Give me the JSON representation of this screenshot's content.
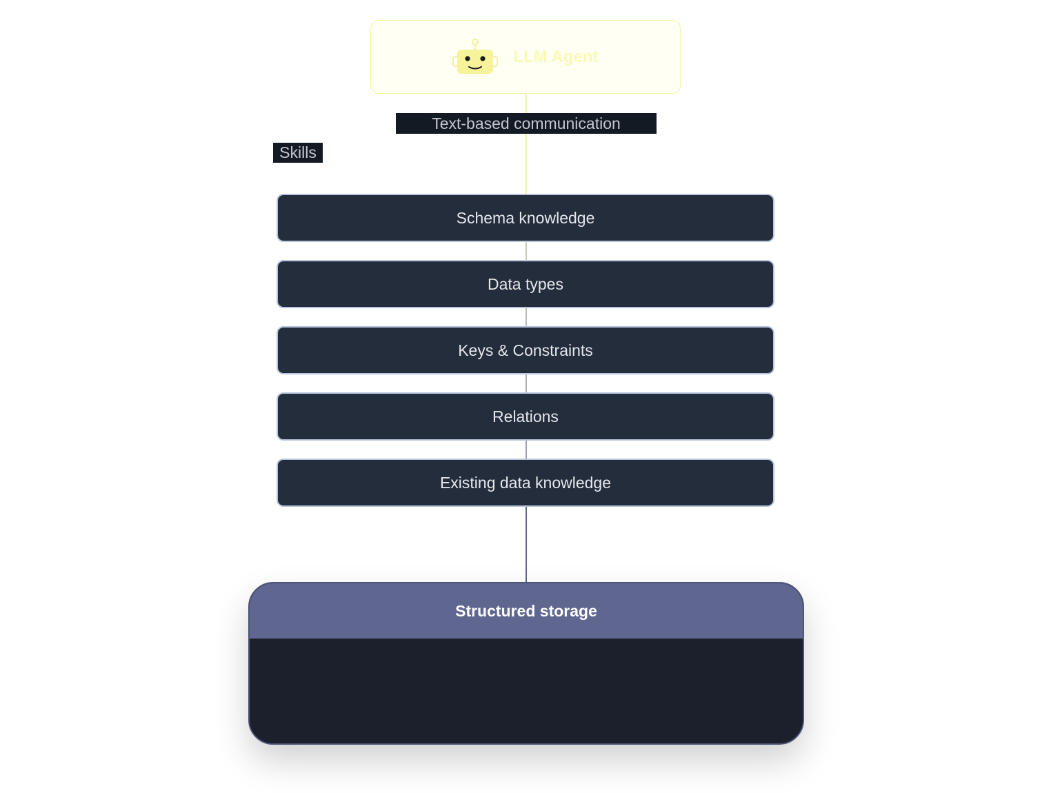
{
  "agent": {
    "title": "LLM Agent",
    "icon": "robot-icon"
  },
  "communication_label": "Text-based communication",
  "skills": {
    "label": "Skills",
    "items": [
      {
        "label": "Schema knowledge"
      },
      {
        "label": "Data types"
      },
      {
        "label": "Keys & Constraints"
      },
      {
        "label": "Relations"
      },
      {
        "label": "Existing data knowledge"
      }
    ]
  },
  "storage": {
    "title": "Structured storage"
  },
  "colors": {
    "agent_accent": "#f5f3a0",
    "skill_fill": "#232d3b",
    "skill_border": "#b8c6dc",
    "storage_header": "#5f6690",
    "storage_body": "#1b202c"
  }
}
